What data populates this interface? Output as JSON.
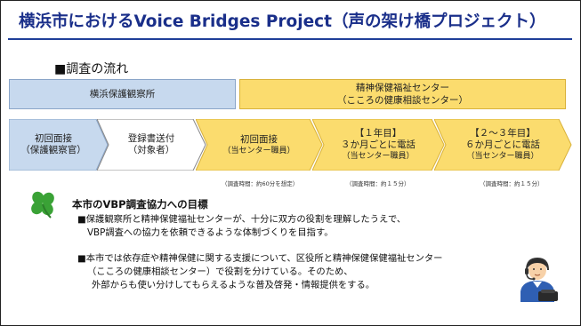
{
  "title": "横浜市におけるVoice Bridges Project（声の架け橋プロジェクト）",
  "section_label": "■調査の流れ",
  "org_bar": {
    "left": "横浜保護観察所",
    "right_line1": "精神保健福祉センター",
    "right_line2": "（こころの健康相談センター）"
  },
  "flow_steps": [
    {
      "line1": "初回面接",
      "line2": "（保護観察官）"
    },
    {
      "line1": "登録書送付",
      "line2": "（対象者）"
    },
    {
      "line1": "初回面接",
      "line2": "（当センター職員）"
    },
    {
      "line1": "【１年目】",
      "line2": "３か月ごとに電話",
      "line3": "（当センター職員）"
    },
    {
      "line1": "【２～３年目】",
      "line2": "６か月ごとに電話",
      "line3": "（当センター職員）"
    }
  ],
  "survey_times": [
    "（調査時間：約60分を想定）",
    "（調査時間：約１５分）",
    "（調査時間：約１５分）"
  ],
  "goal": {
    "title": "本市のVBP調査協力への目標",
    "para1_line1": "■保護観察所と精神保健福祉センターが、十分に双方の役割を理解したうえで、",
    "para1_line2": "VBP調査への協力を依頼できるような体制づくりを目指す。",
    "para2_line1": "■本市では依存症や精神保健に関する支援について、区役所と精神保健保健福祉センター",
    "para2_line2": "（こころの健康相談センター）で役割を分けている。そのため、",
    "para2_line3": "外部からも使い分けしてもらえるような普及啓発・情報提供をする。"
  },
  "colors": {
    "title_blue": "#1a2f8a",
    "bar_blue": "#c7d9ee",
    "bar_yellow": "#fbdc6e",
    "clover_green": "#3aa236"
  },
  "icons": {
    "clover": "four-leaf-clover-icon",
    "operator": "phone-operator-icon"
  }
}
